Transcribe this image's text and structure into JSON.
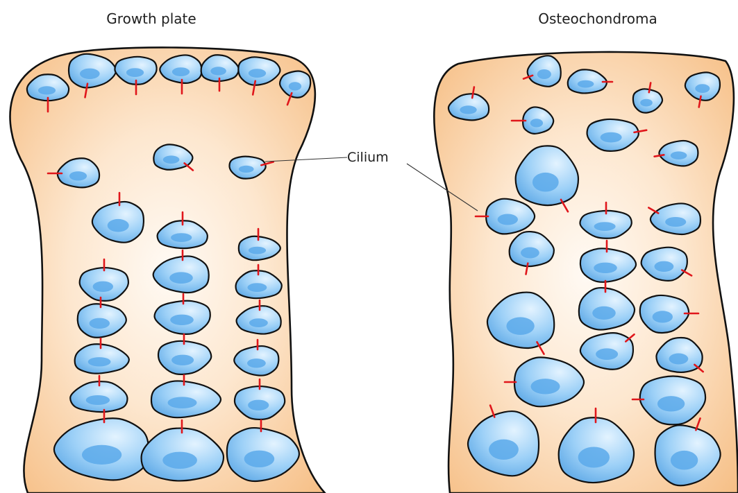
{
  "panels": [
    {
      "id": "growth-plate",
      "title": "Growth plate"
    },
    {
      "id": "osteochondroma",
      "title": "Osteochondroma"
    }
  ],
  "annotation": {
    "label": "Cilium"
  },
  "colors": {
    "tissue_center": "#fff9f2",
    "tissue_edge": "#f7c088",
    "cell_light": "#d9efff",
    "cell_dark": "#4aa0e6",
    "nucleus": "#6fb4ee",
    "cilium": "#e0161b",
    "outline": "#111111"
  }
}
